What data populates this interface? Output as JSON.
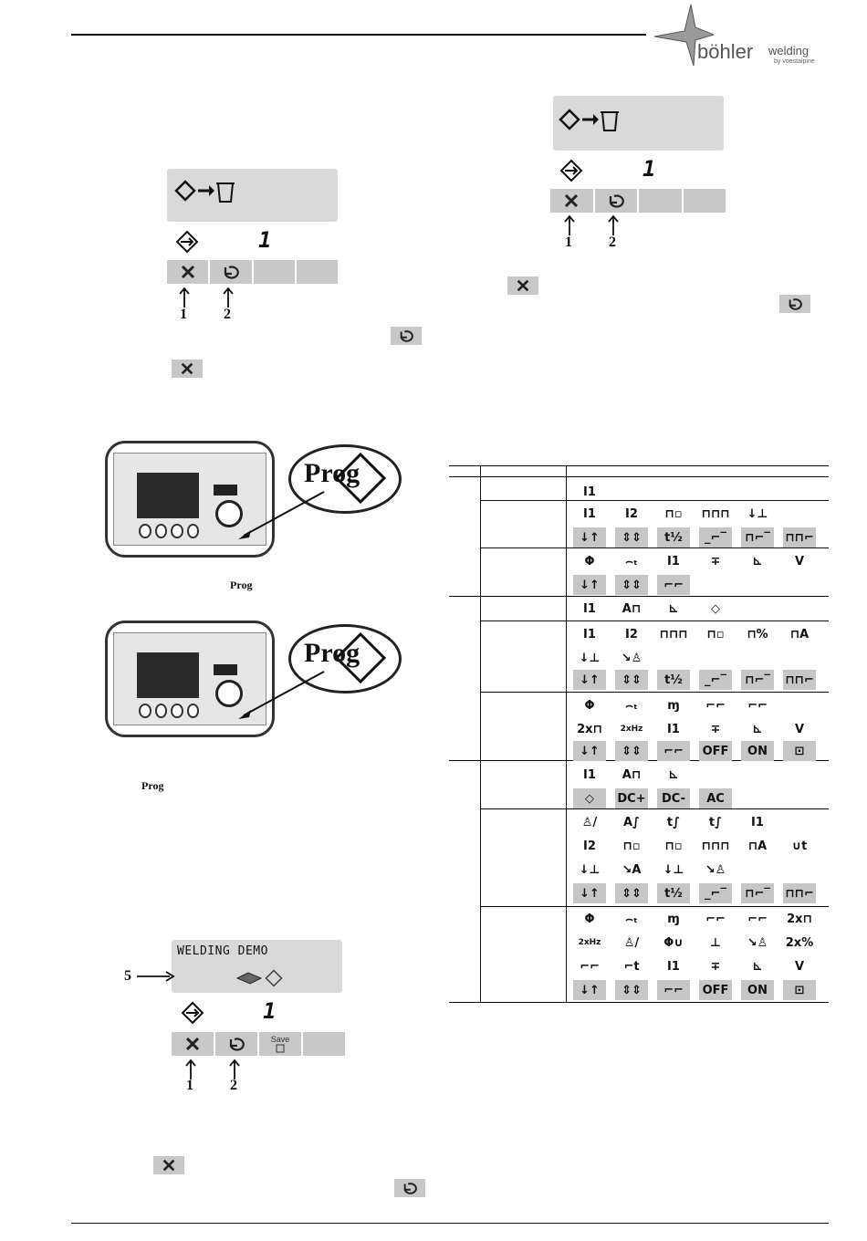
{
  "header": {
    "brand_main": "böhler",
    "brand_sub": "welding",
    "brand_tag": "by voestalpine"
  },
  "displays": {
    "d1": {
      "digit": "1",
      "callouts": [
        "1",
        "2"
      ]
    },
    "d2": {
      "digit": "1",
      "callouts": [
        "1",
        "2"
      ]
    },
    "d3": {
      "title": "WELDING DEMO",
      "digit": "1",
      "pointer": "5",
      "callouts": [
        "1",
        "2"
      ],
      "save_label": "Save"
    }
  },
  "prog": {
    "bubble_label": "Prog",
    "inline_label": "Prog"
  },
  "table_icons": {
    "row1": [
      "I1"
    ],
    "row2a": [
      "I1",
      "I2",
      "⊓▫",
      "⊓⊓⊓",
      "↓⊥"
    ],
    "row2b": [
      "↓↑",
      "⇕⇕",
      "t½",
      "_⌐‾",
      "⊓⌐‾",
      "⊓⊓⌐"
    ],
    "row3a": [
      "Φ",
      "⌢ₜ",
      "I1",
      "∓",
      "⊾",
      "V"
    ],
    "row3b": [
      "↓↑",
      "⇕⇕",
      "⌐⌐"
    ],
    "row4a": [
      "I1",
      "A⊓",
      "⊾",
      "◇"
    ],
    "row5a": [
      "I1",
      "I2",
      "⊓⊓⊓",
      "⊓▫",
      "⊓%",
      "⊓A"
    ],
    "row5b": [
      "↓⊥",
      "↘♙"
    ],
    "row5c": [
      "↓↑",
      "⇕⇕",
      "t½",
      "_⌐‾",
      "⊓⌐‾",
      "⊓⊓⌐"
    ],
    "row6a": [
      "Φ",
      "⌢ₜ",
      "ɱ",
      "⌐⌐",
      "⌐⌐"
    ],
    "row6b": [
      "2x⊓",
      "2xHz",
      "I1",
      "∓",
      "⊾",
      "V"
    ],
    "row6c": [
      "↓↑",
      "⇕⇕",
      "⌐⌐",
      "OFF",
      "ON",
      "⊡"
    ],
    "row7a": [
      "I1",
      "A⊓",
      "⊾"
    ],
    "row7b": [
      "◇",
      "DC+",
      "DC-",
      "AC"
    ],
    "row8a": [
      "♙/",
      "A∫",
      "t∫",
      "t∫",
      "I1"
    ],
    "row8b": [
      "I2",
      "⊓▫",
      "⊓▫",
      "⊓⊓⊓",
      "⊓A",
      "∪t"
    ],
    "row8c": [
      "↓⊥",
      "↘A",
      "↓⊥",
      "↘♙"
    ],
    "row8d": [
      "↓↑",
      "⇕⇕",
      "t½",
      "_⌐‾",
      "⊓⌐‾",
      "⊓⊓⌐"
    ],
    "row9a": [
      "Φ",
      "⌢ₜ",
      "ɱ",
      "⌐⌐",
      "⌐⌐",
      "2x⊓"
    ],
    "row9b": [
      "2xHz",
      "♙/",
      "Φ∪",
      "⊥",
      "↘♙",
      "2x%"
    ],
    "row9c": [
      "⌐⌐",
      "⌐t",
      "I1",
      "∓",
      "⊾",
      "V"
    ],
    "row9d": [
      "↓↑",
      "⇕⇕",
      "⌐⌐",
      "OFF",
      "ON",
      "⊡"
    ]
  }
}
